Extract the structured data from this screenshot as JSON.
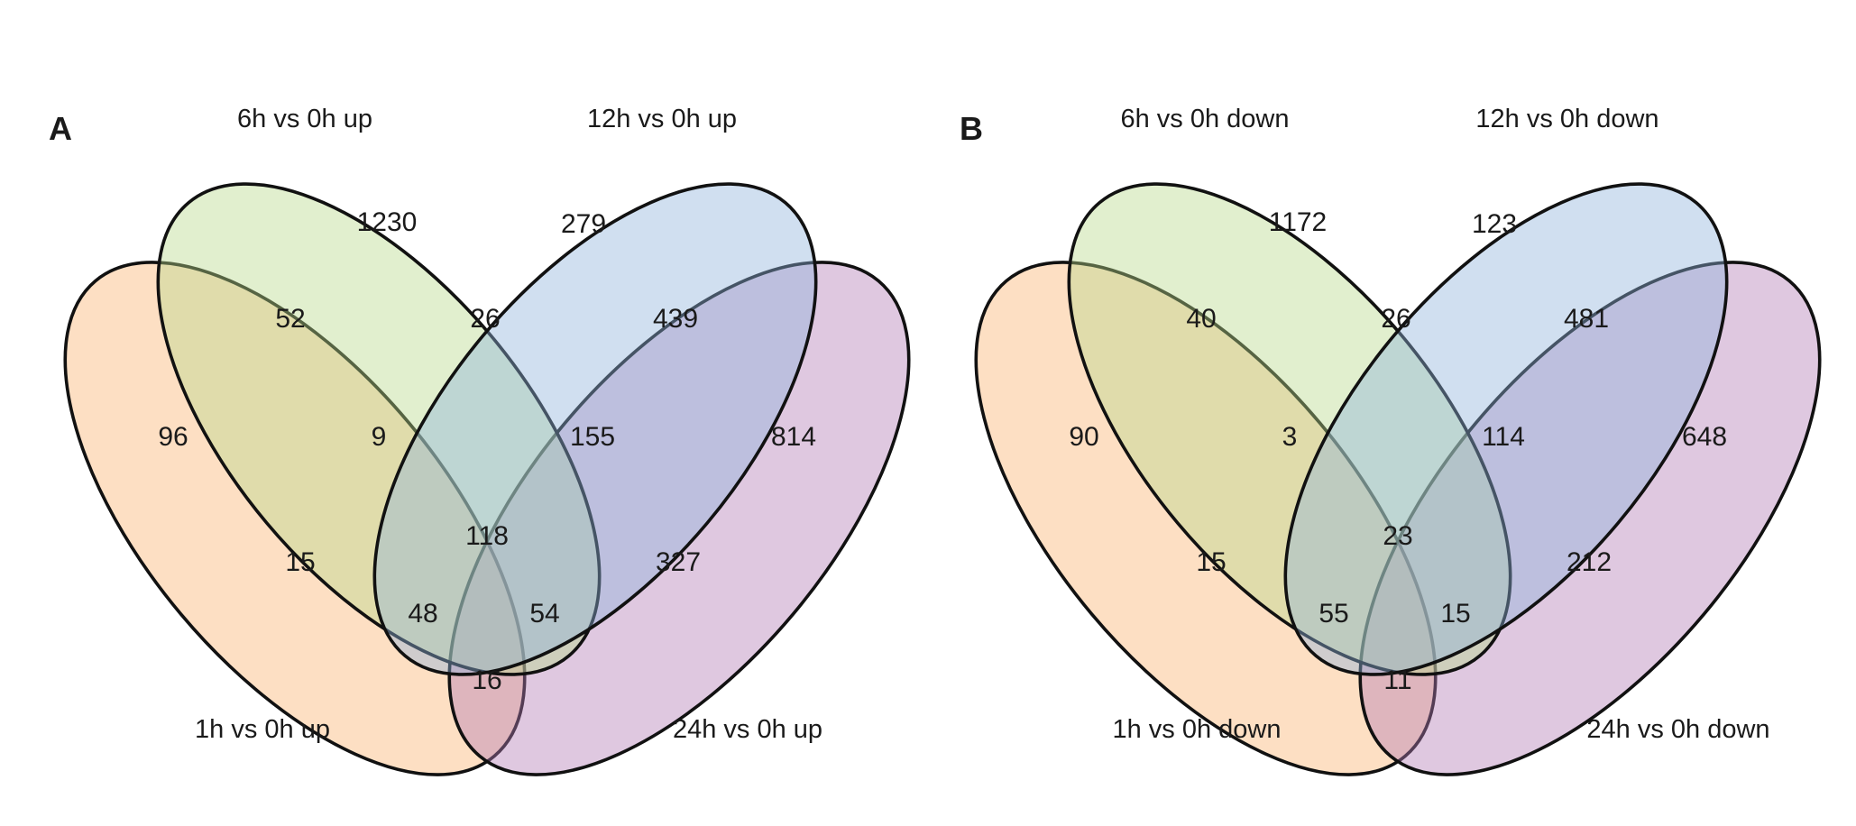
{
  "colors": {
    "set_1h": "#fbb36f",
    "set_6h": "#b8da8a",
    "set_12h": "#90b2dc",
    "set_24h": "#b27bb4",
    "outline": "#111111",
    "text": "#1a1a1a"
  },
  "panels": [
    {
      "letter": "A",
      "set_labels": {
        "s1h": "1h vs 0h up",
        "s6h": "6h vs 0h up",
        "s12h": "12h vs 0h up",
        "s24h": "24h vs 0h up"
      },
      "regions": {
        "only_6h": 1230,
        "only_12h": 279,
        "6h_1h": 52,
        "6h_12h": 26,
        "12h_24h": 439,
        "only_1h": 96,
        "1h_6h_12h": 9,
        "6h_12h_24h": 155,
        "only_24h": 814,
        "1h_12h": 15,
        "all_four": 118,
        "6h_24h": 327,
        "1h_12h_24h": 48,
        "1h_6h_24h": 54,
        "1h_24h": 16
      }
    },
    {
      "letter": "B",
      "set_labels": {
        "s1h": "1h vs 0h down",
        "s6h": "6h vs 0h down",
        "s12h": "12h vs 0h down",
        "s24h": "24h vs 0h down"
      },
      "regions": {
        "only_6h": 1172,
        "only_12h": 123,
        "6h_1h": 40,
        "6h_12h": 26,
        "12h_24h": 481,
        "only_1h": 90,
        "1h_6h_12h": 3,
        "6h_12h_24h": 114,
        "only_24h": 648,
        "1h_12h": 15,
        "all_four": 23,
        "6h_24h": 212,
        "1h_12h_24h": 55,
        "1h_6h_24h": 15,
        "1h_24h": 11
      }
    }
  ]
}
